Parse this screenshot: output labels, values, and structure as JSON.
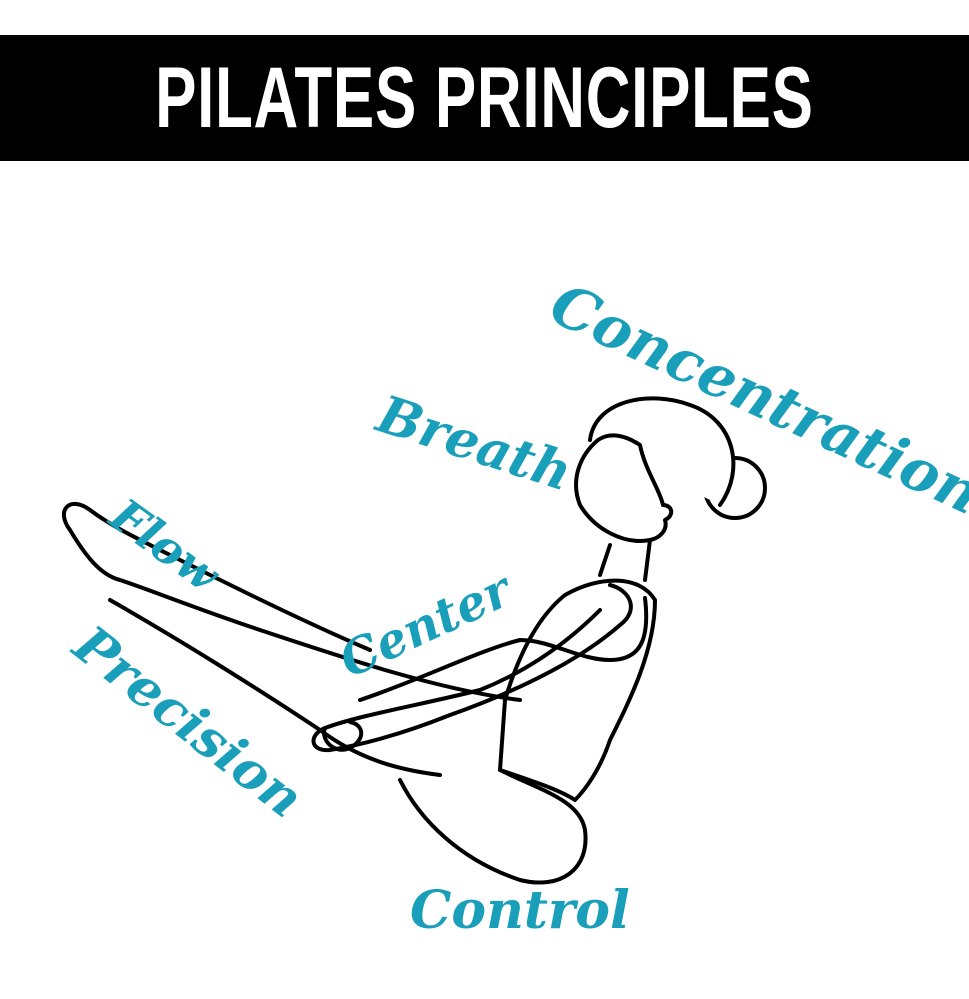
{
  "header": {
    "title": "PILATES PRINCIPLES"
  },
  "colors": {
    "accent": "#1a9fba",
    "title_bar": "#000000",
    "title_text": "#ffffff"
  },
  "principles": {
    "concentration": "Concentration",
    "breath": "Breath",
    "flow": "Flow",
    "center": "Center",
    "precision": "Precision",
    "control": "Control"
  },
  "illustration": {
    "icon": "woman-pilates-boat-pose-outline"
  }
}
